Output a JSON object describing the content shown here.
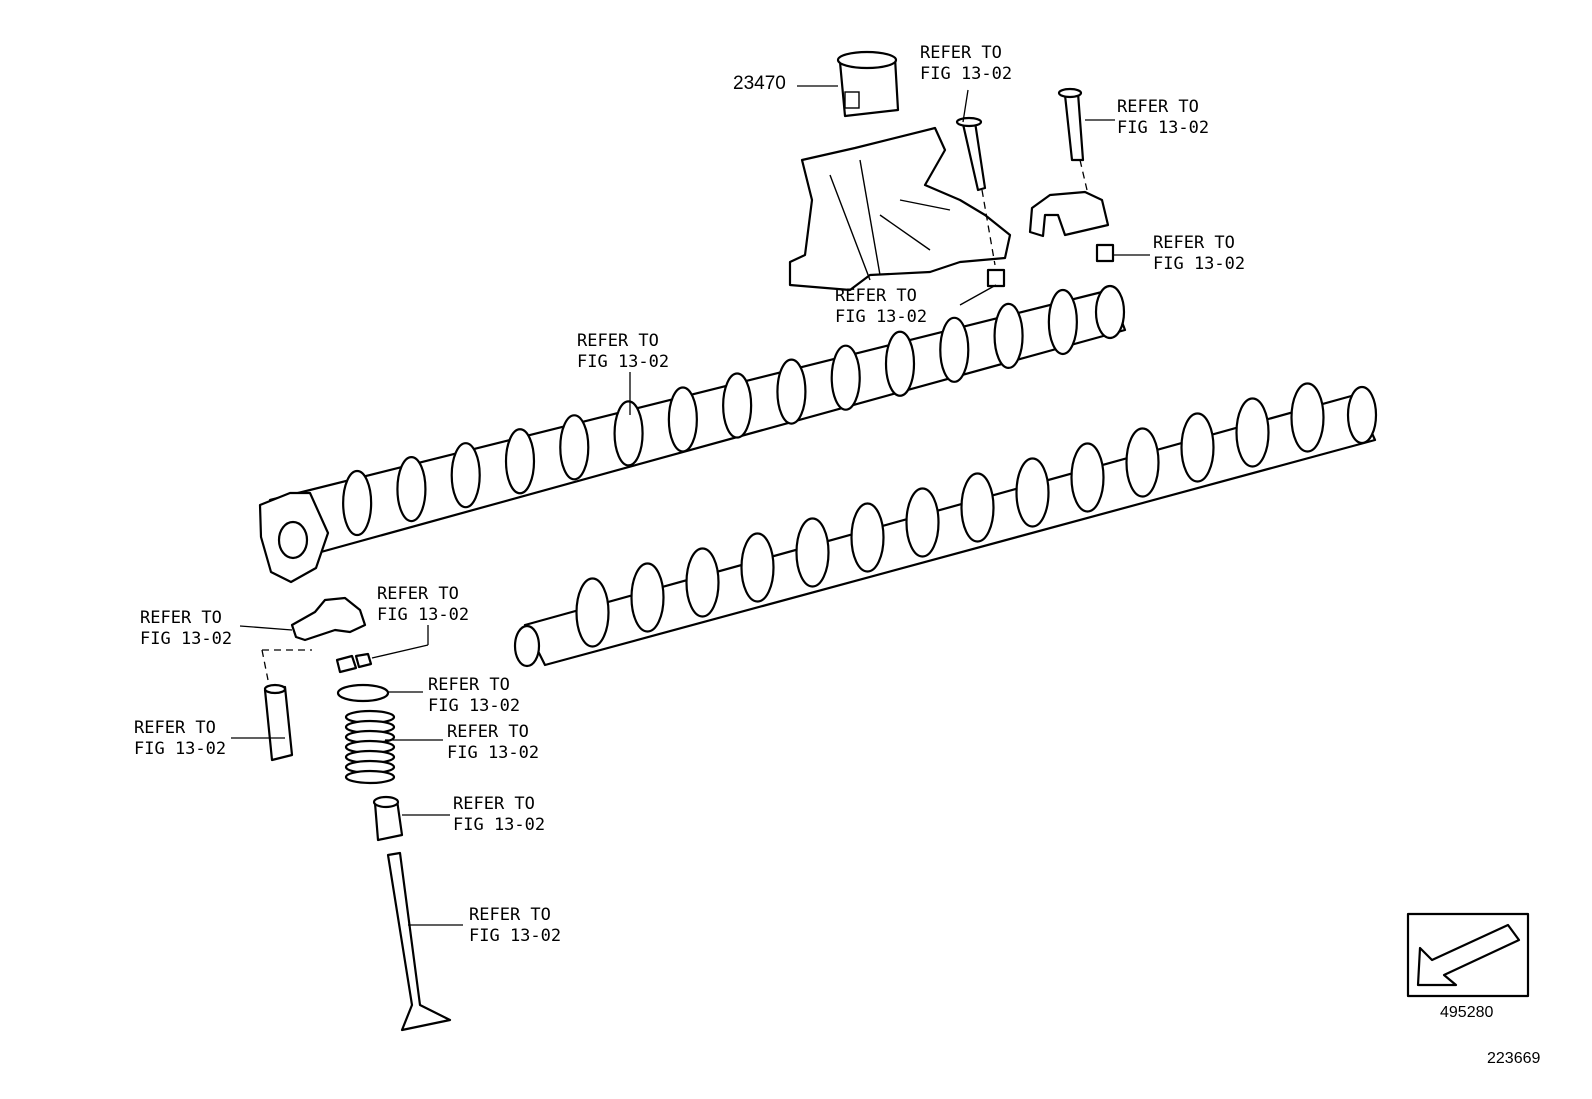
{
  "part_number": "23470",
  "refer_label": "REFER TO\nFIG 13-02",
  "orientation_code": "495280",
  "diagram_code": "223669",
  "icons": {
    "orientation_arrow": "arrow-down-left-icon"
  }
}
